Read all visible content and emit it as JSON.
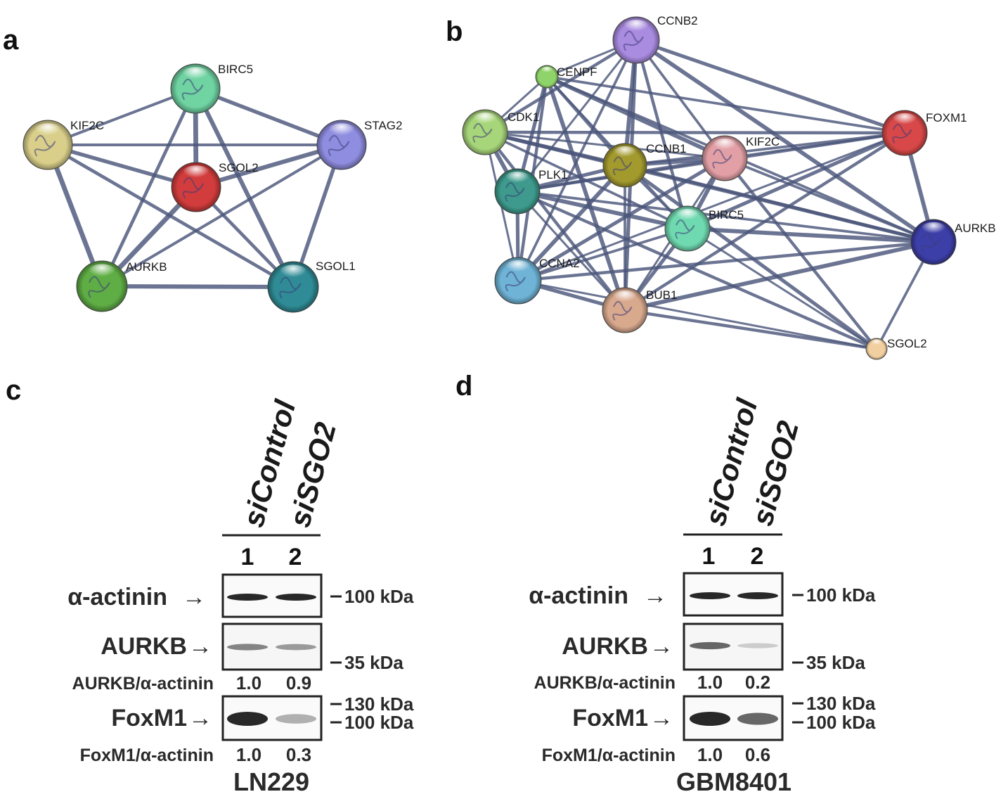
{
  "panels": {
    "a": {
      "label": "a",
      "nodes": [
        {
          "id": "BIRC5",
          "label": "BIRC5",
          "color": "#6fd3a2"
        },
        {
          "id": "KIF2C",
          "label": "KIF2C",
          "color": "#d9cf8a"
        },
        {
          "id": "STAG2",
          "label": "STAG2",
          "color": "#8f8de0"
        },
        {
          "id": "SGOL2",
          "label": "SGOL2",
          "color": "#d23c3c"
        },
        {
          "id": "AURKB",
          "label": "AURKB",
          "color": "#5fae45"
        },
        {
          "id": "SGOL1",
          "label": "SGOL1",
          "color": "#2f8c96"
        }
      ],
      "edges": [
        [
          "BIRC5",
          "KIF2C"
        ],
        [
          "BIRC5",
          "STAG2"
        ],
        [
          "BIRC5",
          "SGOL2"
        ],
        [
          "BIRC5",
          "AURKB"
        ],
        [
          "BIRC5",
          "SGOL1"
        ],
        [
          "KIF2C",
          "STAG2"
        ],
        [
          "KIF2C",
          "SGOL2"
        ],
        [
          "KIF2C",
          "AURKB"
        ],
        [
          "KIF2C",
          "SGOL1"
        ],
        [
          "STAG2",
          "SGOL2"
        ],
        [
          "STAG2",
          "AURKB"
        ],
        [
          "STAG2",
          "SGOL1"
        ],
        [
          "SGOL2",
          "AURKB"
        ],
        [
          "SGOL2",
          "SGOL1"
        ],
        [
          "AURKB",
          "SGOL1"
        ]
      ]
    },
    "b": {
      "label": "b",
      "nodes": [
        {
          "id": "CCNB2",
          "label": "CCNB2",
          "color": "#a98be0"
        },
        {
          "id": "CENPF",
          "label": "CENPF",
          "color": "#8fd46a"
        },
        {
          "id": "CDK1",
          "label": "CDK1",
          "color": "#a7d67a"
        },
        {
          "id": "CCNB1",
          "label": "CCNB1",
          "color": "#a39a2e"
        },
        {
          "id": "KIF2C",
          "label": "KIF2C",
          "color": "#e2a0a6"
        },
        {
          "id": "FOXM1",
          "label": "FOXM1",
          "color": "#d84848"
        },
        {
          "id": "PLK1",
          "label": "PLK1",
          "color": "#3d9a8c"
        },
        {
          "id": "BIRC5",
          "label": "BIRC5",
          "color": "#6fd9b0"
        },
        {
          "id": "AURKB",
          "label": "AURKB",
          "color": "#3d3fa8"
        },
        {
          "id": "CCNA2",
          "label": "CCNA2",
          "color": "#6fb3d6"
        },
        {
          "id": "BUB1",
          "label": "BUB1",
          "color": "#d9a98e"
        },
        {
          "id": "SGOL2",
          "label": "SGOL2",
          "color": "#f2cfa0"
        }
      ],
      "edges": [
        [
          "CCNB2",
          "CENPF"
        ],
        [
          "CCNB2",
          "CDK1"
        ],
        [
          "CCNB2",
          "CCNB1"
        ],
        [
          "CCNB2",
          "KIF2C"
        ],
        [
          "CCNB2",
          "FOXM1"
        ],
        [
          "CCNB2",
          "PLK1"
        ],
        [
          "CCNB2",
          "BIRC5"
        ],
        [
          "CCNB2",
          "AURKB"
        ],
        [
          "CCNB2",
          "CCNA2"
        ],
        [
          "CCNB2",
          "BUB1"
        ],
        [
          "CENPF",
          "CDK1"
        ],
        [
          "CENPF",
          "CCNB1"
        ],
        [
          "CENPF",
          "KIF2C"
        ],
        [
          "CENPF",
          "FOXM1"
        ],
        [
          "CENPF",
          "PLK1"
        ],
        [
          "CENPF",
          "BIRC5"
        ],
        [
          "CENPF",
          "CCNA2"
        ],
        [
          "CENPF",
          "BUB1"
        ],
        [
          "CENPF",
          "AURKB"
        ],
        [
          "CDK1",
          "CCNB1"
        ],
        [
          "CDK1",
          "KIF2C"
        ],
        [
          "CDK1",
          "FOXM1"
        ],
        [
          "CDK1",
          "PLK1"
        ],
        [
          "CDK1",
          "BIRC5"
        ],
        [
          "CDK1",
          "AURKB"
        ],
        [
          "CDK1",
          "CCNA2"
        ],
        [
          "CDK1",
          "BUB1"
        ],
        [
          "CCNB1",
          "KIF2C"
        ],
        [
          "CCNB1",
          "FOXM1"
        ],
        [
          "CCNB1",
          "PLK1"
        ],
        [
          "CCNB1",
          "BIRC5"
        ],
        [
          "CCNB1",
          "AURKB"
        ],
        [
          "CCNB1",
          "CCNA2"
        ],
        [
          "CCNB1",
          "BUB1"
        ],
        [
          "CCNB1",
          "SGOL2"
        ],
        [
          "KIF2C",
          "FOXM1"
        ],
        [
          "KIF2C",
          "PLK1"
        ],
        [
          "KIF2C",
          "BIRC5"
        ],
        [
          "KIF2C",
          "AURKB"
        ],
        [
          "KIF2C",
          "CCNA2"
        ],
        [
          "KIF2C",
          "BUB1"
        ],
        [
          "KIF2C",
          "SGOL2"
        ],
        [
          "FOXM1",
          "AURKB"
        ],
        [
          "FOXM1",
          "PLK1"
        ],
        [
          "FOXM1",
          "BIRC5"
        ],
        [
          "FOXM1",
          "CCNA2"
        ],
        [
          "FOXM1",
          "BUB1"
        ],
        [
          "PLK1",
          "BIRC5"
        ],
        [
          "PLK1",
          "AURKB"
        ],
        [
          "PLK1",
          "CCNA2"
        ],
        [
          "PLK1",
          "BUB1"
        ],
        [
          "PLK1",
          "SGOL2"
        ],
        [
          "BIRC5",
          "AURKB"
        ],
        [
          "BIRC5",
          "CCNA2"
        ],
        [
          "BIRC5",
          "BUB1"
        ],
        [
          "BIRC5",
          "SGOL2"
        ],
        [
          "AURKB",
          "CCNA2"
        ],
        [
          "AURKB",
          "BUB1"
        ],
        [
          "AURKB",
          "SGOL2"
        ],
        [
          "CCNA2",
          "BUB1"
        ],
        [
          "CCNA2",
          "SGOL2"
        ],
        [
          "BUB1",
          "SGOL2"
        ]
      ]
    },
    "c": {
      "label": "c",
      "cell_line": "LN229",
      "lanes": [
        "siControl",
        "siSGO2"
      ],
      "lane_numbers": [
        "1",
        "2"
      ],
      "blots": [
        {
          "protein": "α-actinin",
          "intensity": [
            1.0,
            1.0
          ],
          "markers": [
            "100 kDa"
          ]
        },
        {
          "protein": "AURKB",
          "intensity": [
            0.55,
            0.45
          ],
          "markers": [
            "35 kDa"
          ]
        },
        {
          "protein": "FoxM1",
          "intensity": [
            1.0,
            0.35
          ],
          "markers": [
            "130 kDa",
            "100 kDa"
          ]
        }
      ],
      "ratios": [
        {
          "label": "AURKB/α-actinin",
          "values": [
            "1.0",
            "0.9"
          ]
        },
        {
          "label": "FoxM1/α-actinin",
          "values": [
            "1.0",
            "0.3"
          ]
        }
      ]
    },
    "d": {
      "label": "d",
      "cell_line": "GBM8401",
      "lanes": [
        "siControl",
        "siSGO2"
      ],
      "lane_numbers": [
        "1",
        "2"
      ],
      "blots": [
        {
          "protein": "α-actinin",
          "intensity": [
            1.0,
            1.0
          ],
          "markers": [
            "100 kDa"
          ]
        },
        {
          "protein": "AURKB",
          "intensity": [
            0.7,
            0.2
          ],
          "markers": [
            "35 kDa"
          ]
        },
        {
          "protein": "FoxM1",
          "intensity": [
            1.0,
            0.7
          ],
          "markers": [
            "130 kDa",
            "100 kDa"
          ]
        }
      ],
      "ratios": [
        {
          "label": "AURKB/α-actinin",
          "values": [
            "1.0",
            "0.2"
          ]
        },
        {
          "label": "FoxM1/α-actinin",
          "values": [
            "1.0",
            "0.6"
          ]
        }
      ]
    }
  }
}
